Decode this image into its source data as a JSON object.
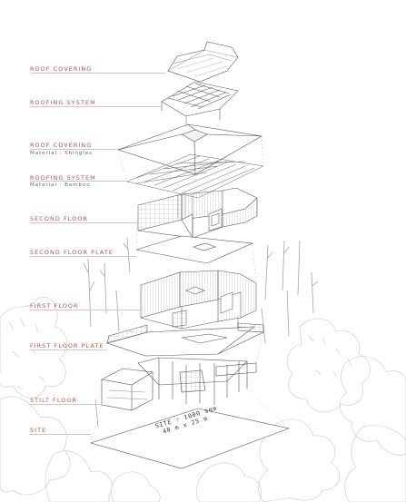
{
  "labels": {
    "roof_covering_top": "ROOF COVERING",
    "roofing_system_top": "ROOFING SYSTEM",
    "roof_covering": "ROOF COVERING",
    "roof_covering_material": "Material : Shingles",
    "roofing_system": "ROOFING SYSTEM",
    "roofing_system_material": "Material : Bamboo",
    "second_floor": "SECOND FLOOR",
    "second_floor_plate": "SECOND FLOOR PLATE",
    "first_floor": "FIRST FLOOR",
    "first_floor_plate": "FIRST FLOOR PLATE",
    "stilt_floor": "STILT FLOOR",
    "site": "SITE"
  },
  "site_text": {
    "line1": "SITE : 1000 sqm",
    "line2": "40 m x 25 m"
  },
  "colors": {
    "label": "#b84f4f",
    "material": "#6a6a6a",
    "line": "#555555",
    "tree": "#c8c8c8"
  }
}
